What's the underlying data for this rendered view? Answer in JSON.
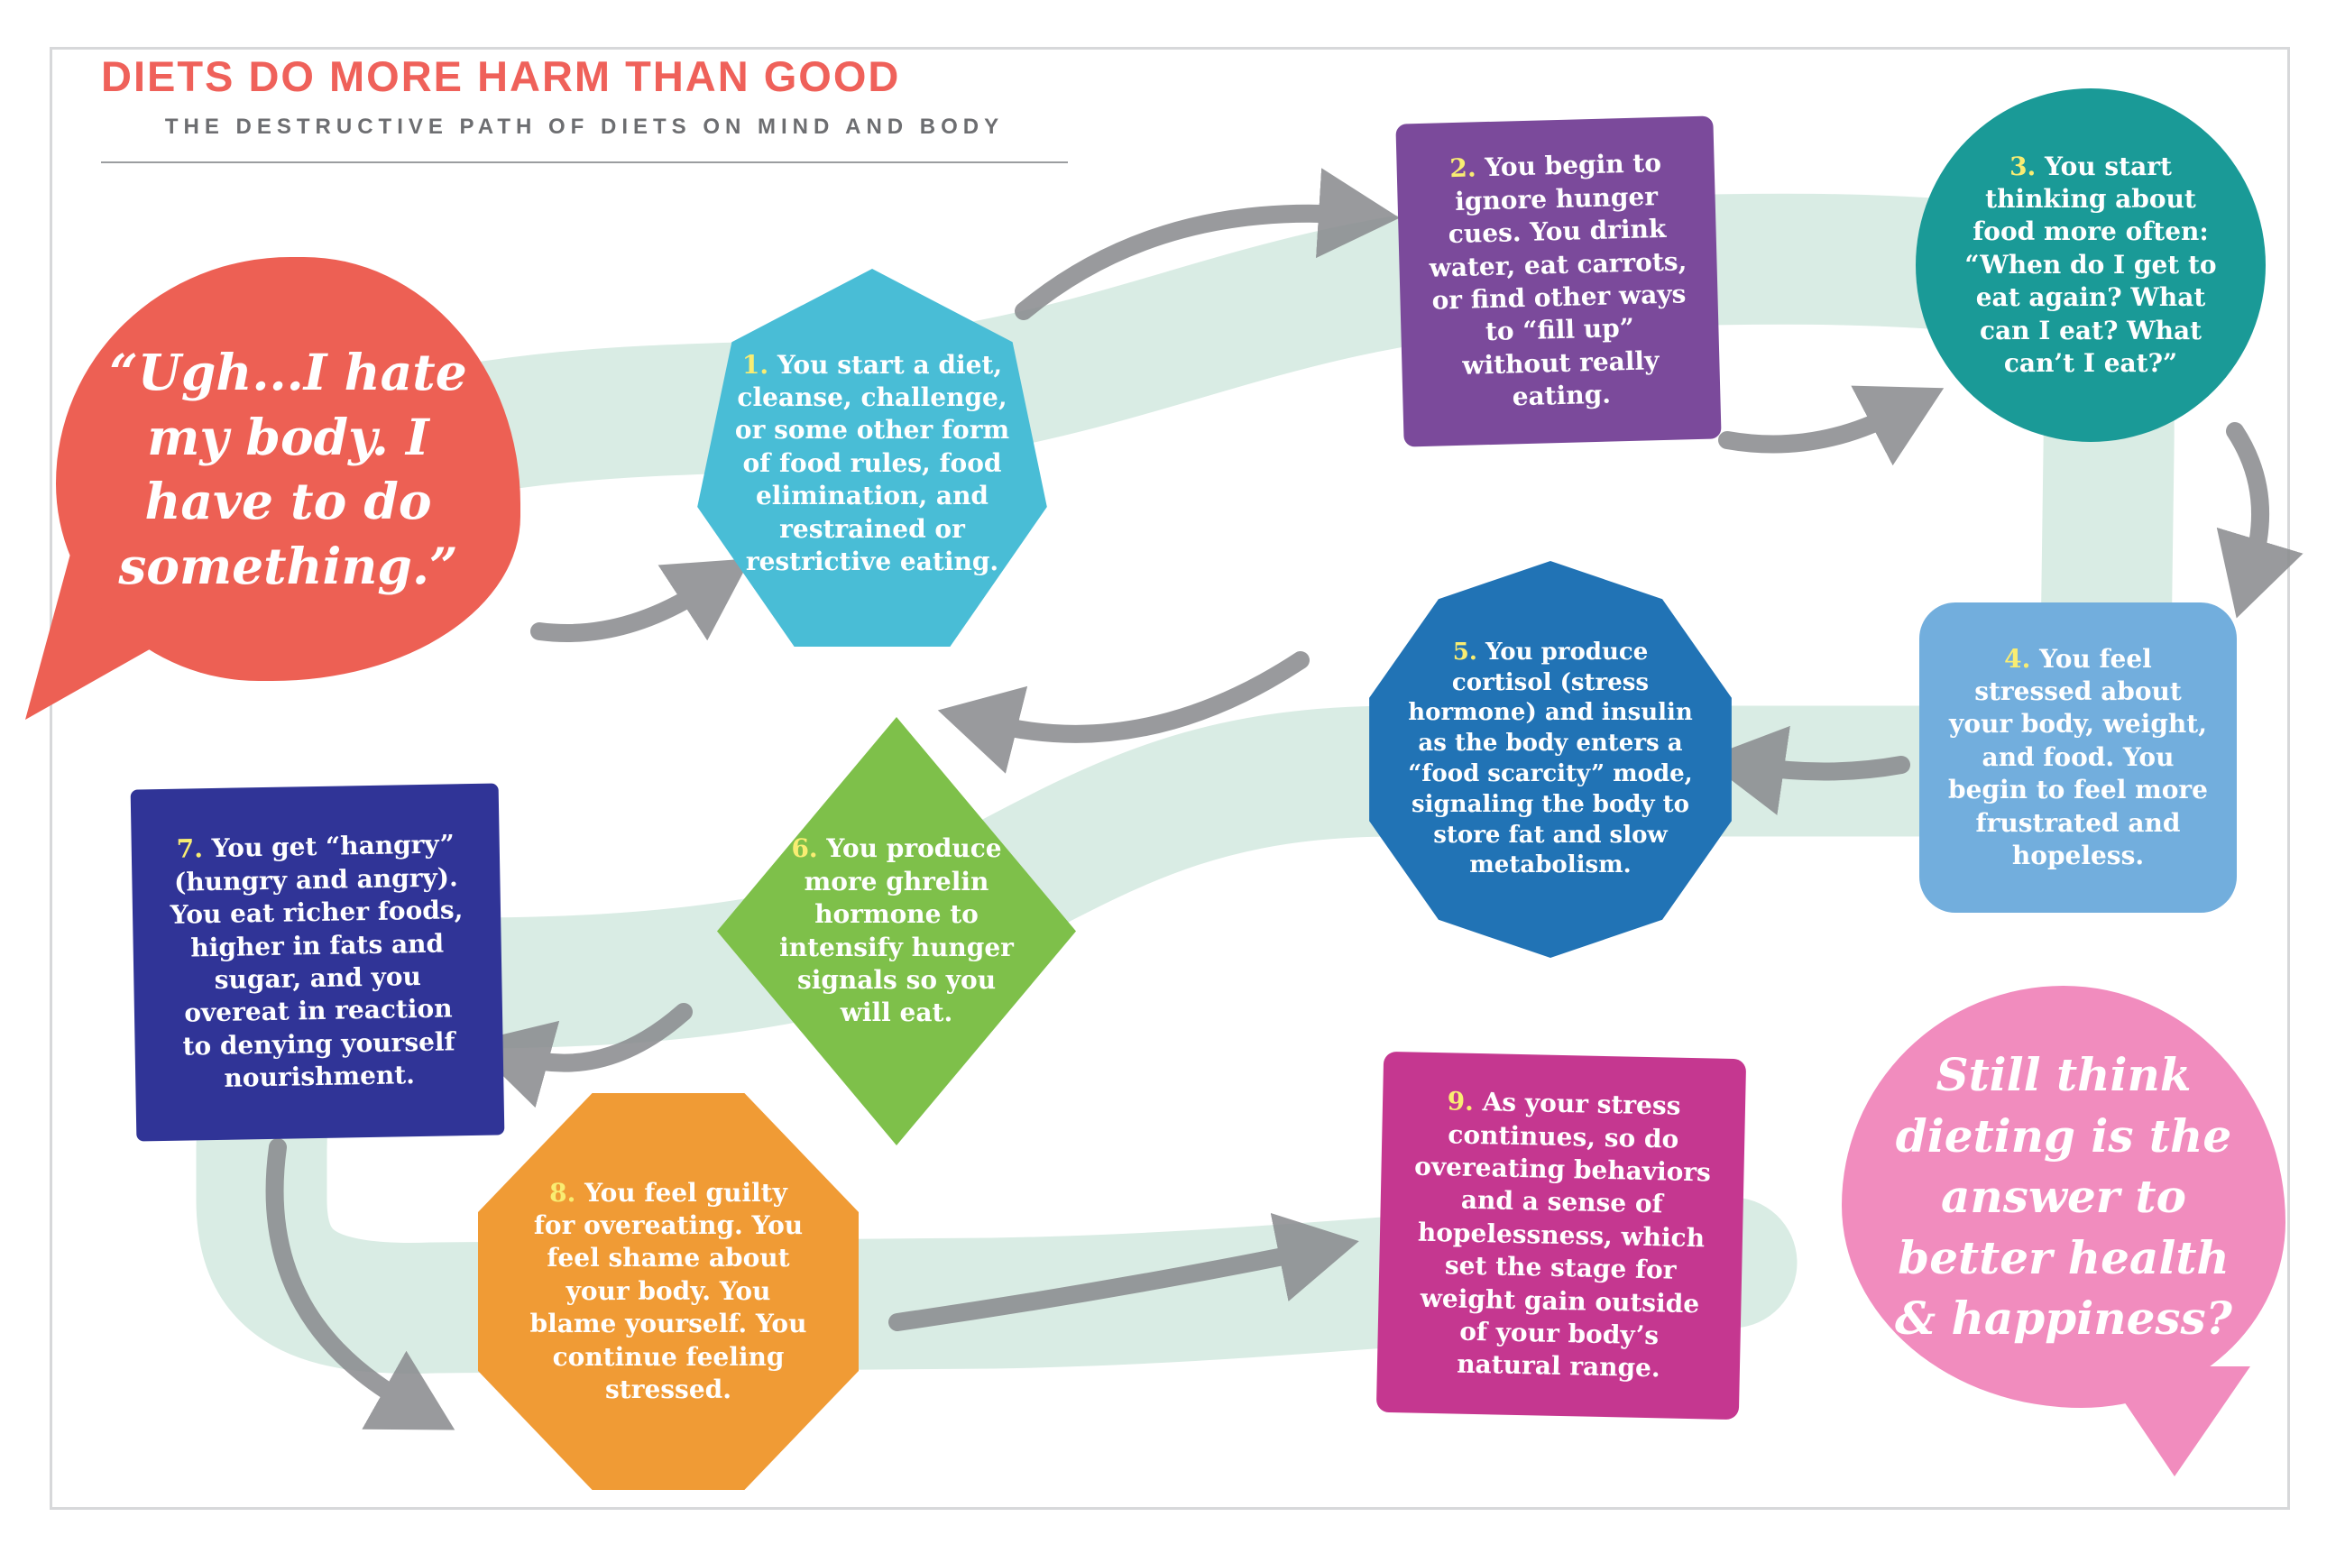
{
  "header": {
    "title": "DIETS DO MORE HARM THAN GOOD",
    "subtitle": "THE DESTRUCTIVE PATH OF DIETS ON MIND AND BODY"
  },
  "intro_bubble": {
    "text": "“Ugh...I hate my body. I have to do something.”",
    "color": "#ed6054"
  },
  "outro_bubble": {
    "text": "Still think dieting is the answer to better health & happiness?",
    "color": "#f18cbe"
  },
  "steps": [
    {
      "num": "1.",
      "text": "You start a diet, cleanse, challenge, or some other form of food rules, food elimination, and restrained or restrictive eating.",
      "color": "#49bdd6",
      "shape": "heptagon"
    },
    {
      "num": "2.",
      "text": "You begin to ignore hunger cues. You drink water, eat carrots, or find other ways to “fill up” without really eating.",
      "color": "#7b4a9b",
      "shape": "square"
    },
    {
      "num": "3.",
      "text": "You start thinking about food more often: “When do I get to eat again? What can I eat? What can’t I eat?”",
      "color": "#1a9a97",
      "shape": "circle"
    },
    {
      "num": "4.",
      "text": "You feel stressed about your body, weight, and food. You begin to feel more frustrated and hopeless.",
      "color": "#72aedd",
      "shape": "rounded-square"
    },
    {
      "num": "5.",
      "text": "You produce cortisol (stress hormone) and insulin as the body enters a “food scarcity” mode, signaling the body to store fat and slow metabolism.",
      "color": "#2173b5",
      "shape": "decagon"
    },
    {
      "num": "6.",
      "text": "You produce more ghrelin hormone to intensify hunger signals so you will eat.",
      "color": "#7ec04a",
      "shape": "diamond"
    },
    {
      "num": "7.",
      "text": "You get “hangry” (hungry and angry). You eat richer foods, higher in fats and sugar, and you overeat in reaction to denying yourself nourishment.",
      "color": "#303497",
      "shape": "square"
    },
    {
      "num": "8.",
      "text": "You feel guilty for overeating. You feel shame about your body. You blame yourself. You continue feeling stressed.",
      "color": "#f09b35",
      "shape": "octagon"
    },
    {
      "num": "9.",
      "text": "As your stress continues, so do overeating behaviors and a sense of hopelessness, which set the stage for weight gain outside of your body’s natural range.",
      "color": "#c53790",
      "shape": "square"
    }
  ],
  "palette": {
    "title": "#ef615a",
    "subtitle": "#6d6e71",
    "path": "#d9ece4",
    "arrow": "#8b8d90",
    "step_number": "#f9ed72",
    "step_text": "#ffffff"
  }
}
